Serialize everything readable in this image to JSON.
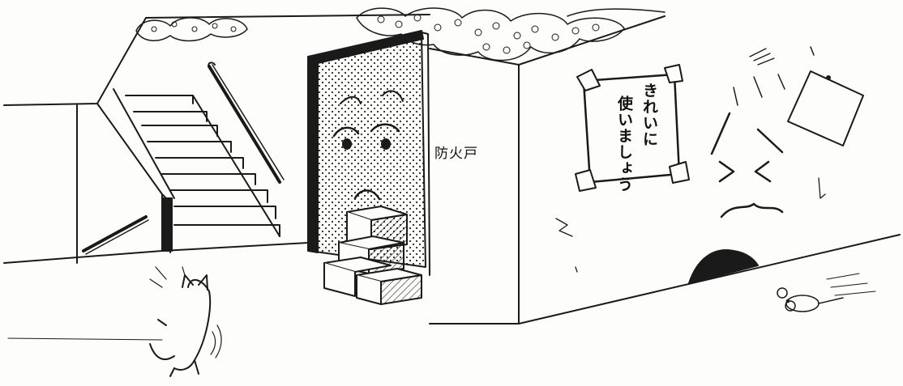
{
  "scene": {
    "fire_door_label": "防火戸",
    "poster": {
      "line_1": "きれいに",
      "line_2": "使いましょう"
    }
  }
}
